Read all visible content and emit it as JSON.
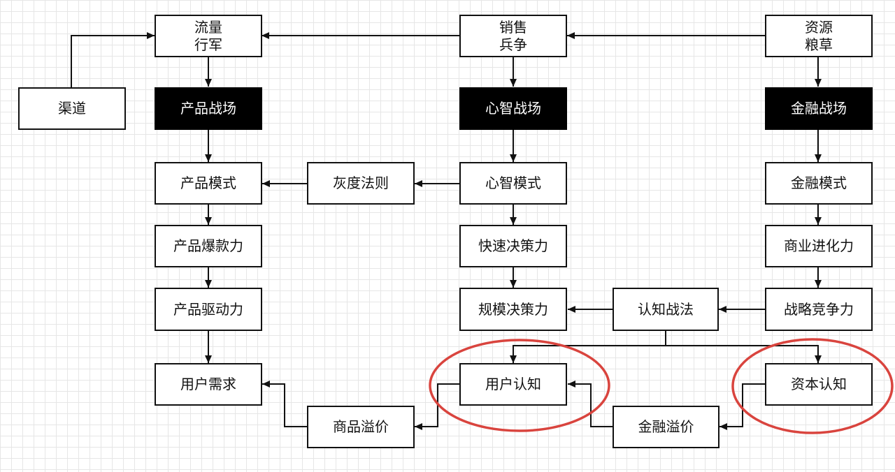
{
  "nodes": {
    "liuliang": "流量\n行军",
    "xiaoshou": "销售\n兵争",
    "ziyuan": "资源\n粮草",
    "qudao": "渠道",
    "chanpin_zhanchang": "产品战场",
    "xinzhi_zhanchang": "心智战场",
    "jinrong_zhanchang": "金融战场",
    "chanpin_moshi": "产品模式",
    "huidu_faze": "灰度法则",
    "xinzhi_moshi": "心智模式",
    "jinrong_moshi": "金融模式",
    "chanpin_baokuanli": "产品爆款力",
    "kuaisu_juecelii": "快速决策力",
    "shangye_jinhuali": "商业进化力",
    "chanpin_qudongli": "产品驱动力",
    "guimo_juecelii": "规模决策力",
    "renzhi_zhanfa": "认知战法",
    "zhanlue_jingzhengli": "战略竞争力",
    "yonghu_xuqiu": "用户需求",
    "yonghu_renzhi": "用户认知",
    "ziben_renzhi": "资本认知",
    "shangpin_yijia": "商品溢价",
    "jinrong_yijia": "金融溢价"
  },
  "colors": {
    "line": "#111111",
    "highlight": "#d9443e",
    "dark_fill": "#000000",
    "grid": "#e6e6e6"
  }
}
